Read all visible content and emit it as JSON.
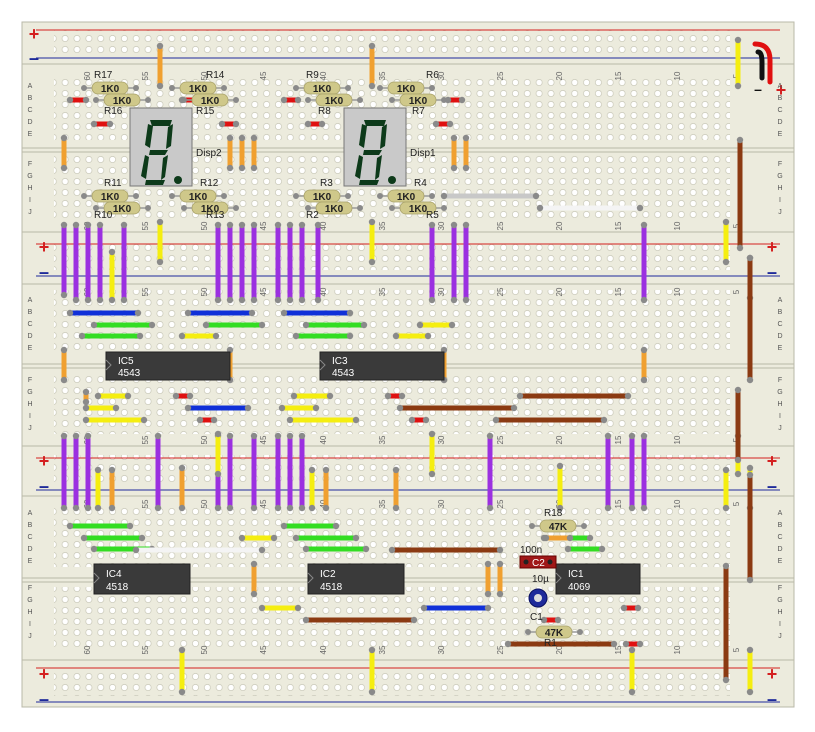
{
  "colors": {
    "board": "#ecebdd",
    "board_edge": "#b9b8a8",
    "hole": "#ffffff",
    "hole_ring": "#c9c8b8",
    "rail_red": "#d42020",
    "rail_blue": "#1e2a9a",
    "resistor": "#cfc88a",
    "ic_body": "#3a3a3a",
    "display_face": "#c9c9c9",
    "segment": "#0d3a1a",
    "wire_purple": "#9b30e0",
    "wire_green": "#33dd22",
    "wire_yellow": "#f5ee10",
    "wire_blue": "#1030d8",
    "wire_orange": "#f0a030",
    "wire_red": "#e01010",
    "wire_brown": "#8b3a12",
    "wire_white": "#f4f4f4",
    "wire_gray": "#c8c8c8",
    "wire_black": "#111111"
  },
  "row_letters_top": [
    "A",
    "B",
    "C",
    "D",
    "E"
  ],
  "row_letters_bottom": [
    "F",
    "G",
    "H",
    "I",
    "J"
  ],
  "column_numbers": [
    "60",
    "55",
    "50",
    "45",
    "40",
    "35",
    "30",
    "25",
    "20",
    "15",
    "10",
    "5"
  ],
  "rail_labels": {
    "plus": "+",
    "minus": "–"
  },
  "resistors": [
    {
      "ref": "R17",
      "value": "1K0"
    },
    {
      "ref": "R16",
      "value": "1K0"
    },
    {
      "ref": "R14",
      "value": "1K0"
    },
    {
      "ref": "R15",
      "value": "1K0"
    },
    {
      "ref": "R9",
      "value": "1K0"
    },
    {
      "ref": "R8",
      "value": "1K0"
    },
    {
      "ref": "R6",
      "value": "1K0"
    },
    {
      "ref": "R7",
      "value": "1K0"
    },
    {
      "ref": "R11",
      "value": "1K0"
    },
    {
      "ref": "R10",
      "value": "1K0"
    },
    {
      "ref": "R12",
      "value": "1K0"
    },
    {
      "ref": "R13",
      "value": "1K0"
    },
    {
      "ref": "R3",
      "value": "1K0"
    },
    {
      "ref": "R2",
      "value": "1K0"
    },
    {
      "ref": "R4",
      "value": "1K0"
    },
    {
      "ref": "R5",
      "value": "1K0"
    },
    {
      "ref": "R18",
      "value": "47K"
    },
    {
      "ref": "R1",
      "value": "47K"
    }
  ],
  "displays": [
    {
      "ref": "Disp2"
    },
    {
      "ref": "Disp1"
    }
  ],
  "ics": [
    {
      "ref": "IC5",
      "part": "4543"
    },
    {
      "ref": "IC3",
      "part": "4543"
    },
    {
      "ref": "IC4",
      "part": "4518"
    },
    {
      "ref": "IC2",
      "part": "4518"
    },
    {
      "ref": "IC1",
      "part": "4069"
    }
  ],
  "capacitors": [
    {
      "ref": "C2",
      "value": "100n"
    },
    {
      "ref": "C1",
      "value": "10µ"
    }
  ]
}
